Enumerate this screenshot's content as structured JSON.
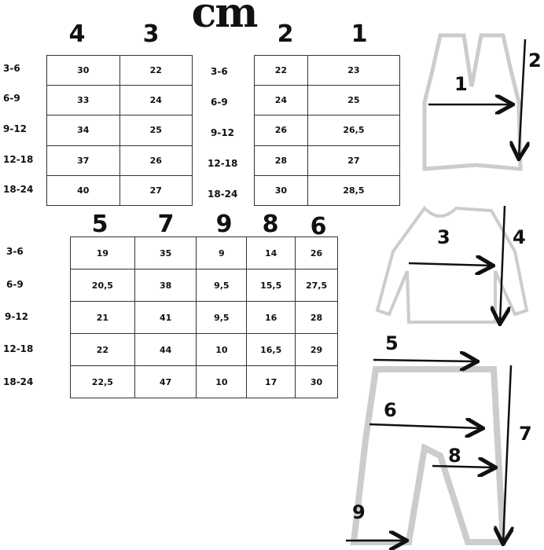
{
  "unit": "cm",
  "sizes": [
    "3-6",
    "6-9",
    "9-12",
    "12-18",
    "18-24"
  ],
  "table_a": {
    "headers": [
      "4",
      "3"
    ],
    "rows": [
      [
        "30",
        "22"
      ],
      [
        "33",
        "24"
      ],
      [
        "34",
        "25"
      ],
      [
        "37",
        "26"
      ],
      [
        "40",
        "27"
      ]
    ]
  },
  "table_b": {
    "headers": [
      "2",
      "1"
    ],
    "rows": [
      [
        "22",
        "23"
      ],
      [
        "24",
        "25"
      ],
      [
        "26",
        "26,5"
      ],
      [
        "28",
        "27"
      ],
      [
        "30",
        "28,5"
      ]
    ]
  },
  "table_c": {
    "headers": [
      "5",
      "7",
      "9",
      "8",
      "6"
    ],
    "rows": [
      [
        "19",
        "35",
        "9",
        "14",
        "26"
      ],
      [
        "20,5",
        "38",
        "9,5",
        "15,5",
        "27,5"
      ],
      [
        "21",
        "41",
        "9,5",
        "16",
        "28"
      ],
      [
        "22",
        "44",
        "10",
        "16,5",
        "29"
      ],
      [
        "22,5",
        "47",
        "10",
        "17",
        "30"
      ]
    ]
  },
  "diagram": {
    "labels": [
      "1",
      "2",
      "3",
      "4",
      "5",
      "6",
      "7",
      "8",
      "9"
    ]
  }
}
